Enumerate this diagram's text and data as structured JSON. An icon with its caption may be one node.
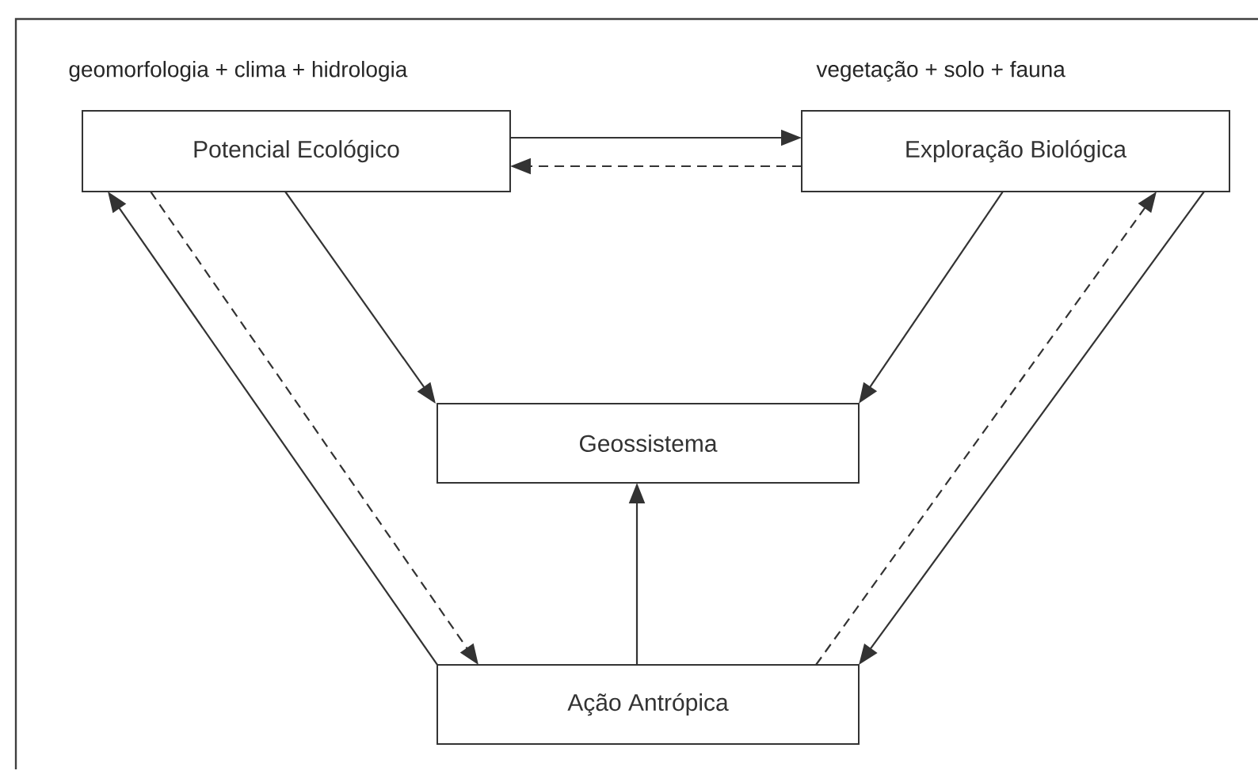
{
  "diagram": {
    "nodes": [
      {
        "text": [
          "Potencial Ecológico"
        ],
        "beside": [
          "geomorfologia + clima + hidrologia"
        ]
      },
      {
        "text": [
          "Exploração Biológica"
        ],
        "beside": [
          "vegetação + solo + fauna"
        ]
      },
      {
        "text": [
          "Geossistema"
        ]
      },
      {
        "text": [
          "Ação Antrópica"
        ]
      }
    ],
    "edges": [
      {
        "from": 0,
        "to": 1,
        "arrow": "to"
      },
      {
        "from": 1,
        "to": 0,
        "arrow": "to",
        "style": "dashed"
      },
      {
        "from": 0,
        "to": 2,
        "arrow": "to"
      },
      {
        "from": 1,
        "to": 2,
        "arrow": "to"
      },
      {
        "from": 3,
        "to": 0,
        "arrow": "to"
      },
      {
        "from": 0,
        "to": 3,
        "arrow": "to",
        "style": "dashed"
      },
      {
        "from": 3,
        "to": 2,
        "arrow": "to"
      },
      {
        "from": 3,
        "to": 1,
        "arrow": "to",
        "style": "dashed"
      },
      {
        "from": 1,
        "to": 3,
        "arrow": "to"
      }
    ]
  }
}
